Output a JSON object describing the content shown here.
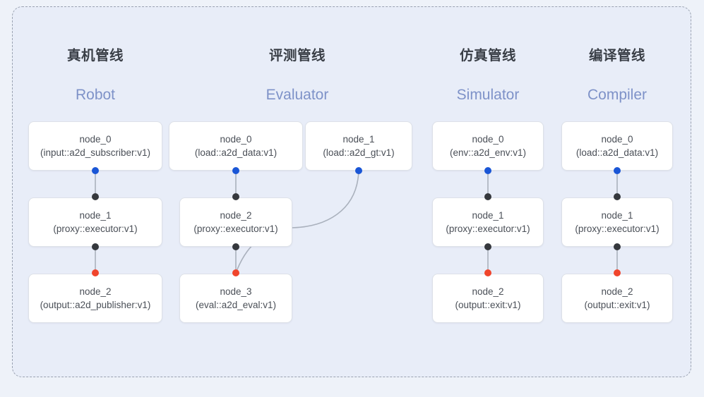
{
  "panel": {
    "border_style": "dashed",
    "background": "#e8edf8",
    "border_color": "#9aa2b1"
  },
  "colors": {
    "input_dot": "#1a56d6",
    "mid_dot": "#35383d",
    "output_dot": "#f0452c",
    "edge": "#aab1bd",
    "title_cn": "#3a3f47",
    "title_en": "#7e92c8",
    "node_text": "#4a4f57",
    "node_border": "#dde1e8",
    "canvas_background": "#eef2f9"
  },
  "columns": [
    {
      "title_cn": "真机管线",
      "title_en": "Robot",
      "nodes": [
        {
          "name": "node_0",
          "type": "(input::a2d_subscriber:v1)"
        },
        {
          "name": "node_1",
          "type": "(proxy::executor:v1)"
        },
        {
          "name": "node_2",
          "type": "(output::a2d_publisher:v1)"
        }
      ]
    },
    {
      "title_cn": "评测管线",
      "title_en": "Evaluator",
      "nodes": [
        {
          "name": "node_0",
          "type": "(load::a2d_data:v1)"
        },
        {
          "name": "node_1",
          "type": "(load::a2d_gt:v1)"
        },
        {
          "name": "node_2",
          "type": "(proxy::executor:v1)"
        },
        {
          "name": "node_3",
          "type": "(eval::a2d_eval:v1)"
        }
      ]
    },
    {
      "title_cn": "仿真管线",
      "title_en": "Simulator",
      "nodes": [
        {
          "name": "node_0",
          "type": "(env::a2d_env:v1)"
        },
        {
          "name": "node_1",
          "type": "(proxy::executor:v1)"
        },
        {
          "name": "node_2",
          "type": "(output::exit:v1)"
        }
      ]
    },
    {
      "title_cn": "编译管线",
      "title_en": "Compiler",
      "nodes": [
        {
          "name": "node_0",
          "type": "(load::a2d_data:v1)"
        },
        {
          "name": "node_1",
          "type": "(proxy::executor:v1)"
        },
        {
          "name": "node_2",
          "type": "(output::exit:v1)"
        }
      ]
    }
  ]
}
